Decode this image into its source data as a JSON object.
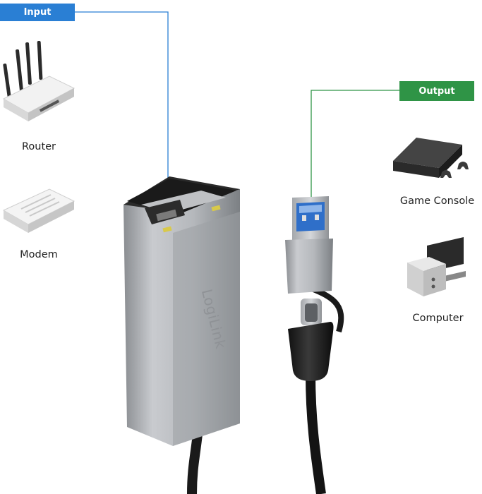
{
  "tags": {
    "input": "Input",
    "output": "Output"
  },
  "devices": {
    "router": "Router",
    "modem": "Modem",
    "game_console": "Game Console",
    "computer": "Computer"
  },
  "adapter": {
    "brand": "LogiLink"
  },
  "colors": {
    "input_accent": "#2a7fd4",
    "output_accent": "#2f9446"
  }
}
